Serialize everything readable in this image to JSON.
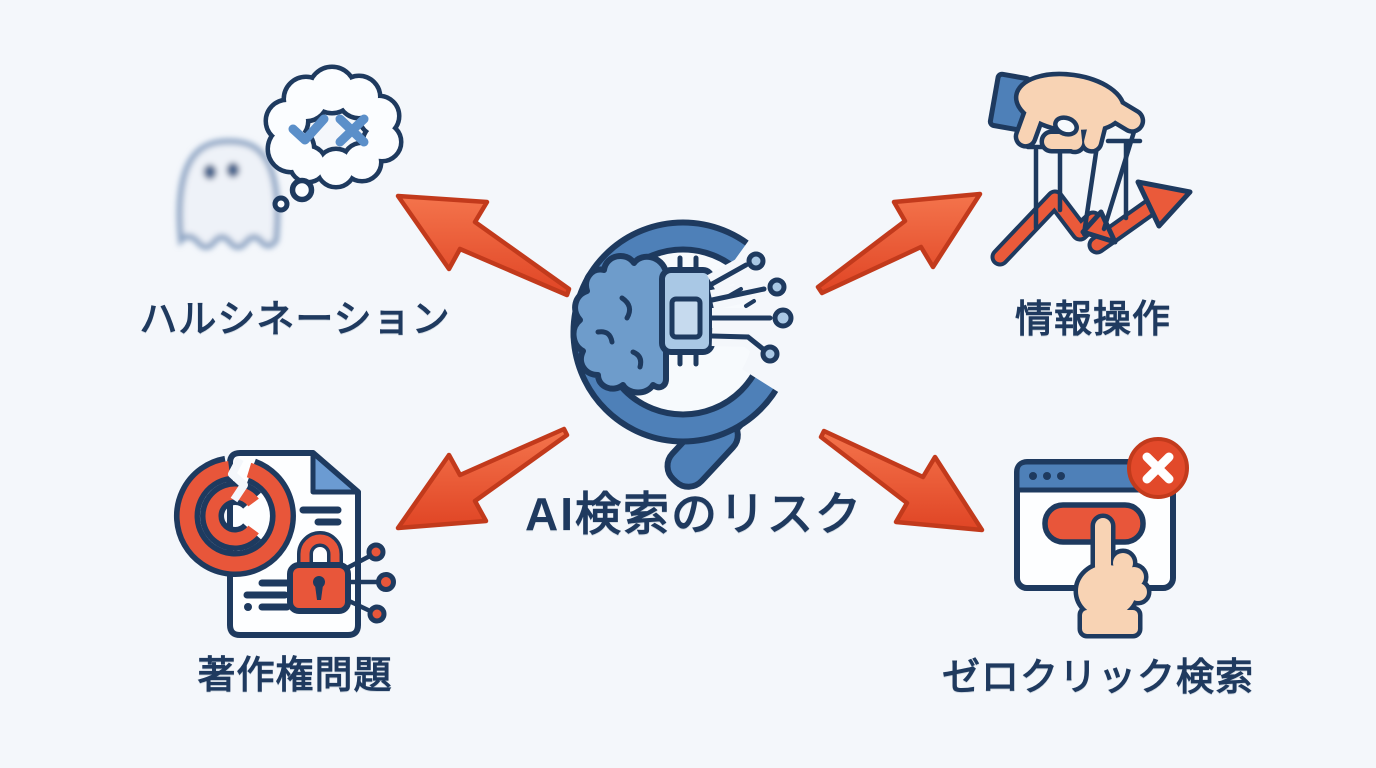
{
  "diagram": {
    "title": "AI検索のリスク",
    "background": "#F4F7FB",
    "center_icon": "magnifier-brain-chip-icon",
    "nodes": [
      {
        "id": "hallucination",
        "position": "top-left",
        "label": "ハルシネーション",
        "icon": "ghost-with-thought-bubble-icon"
      },
      {
        "id": "information-manipulation",
        "position": "top-right",
        "label": "情報操作",
        "icon": "puppet-hand-trend-arrows-icon"
      },
      {
        "id": "copyright-problem",
        "position": "bottom-left",
        "label": "著作権問題",
        "icon": "broken-copyright-locked-document-icon"
      },
      {
        "id": "zero-click-search",
        "position": "bottom-right",
        "label": "ゼロクリック検索",
        "icon": "browser-tap-blocked-icon"
      }
    ],
    "colors": {
      "text_navy": "#1F3A5F",
      "outline_navy": "#1E3A5F",
      "primary_blue": "#4E80B8",
      "light_blue": "#A9C8E5",
      "accent_blue": "#5B8FC9",
      "arrow_orange": "#EE5A35",
      "arrow_outline": "#C23A1C",
      "icon_red": "#E8563A",
      "skin": "#F8D3B4"
    }
  }
}
